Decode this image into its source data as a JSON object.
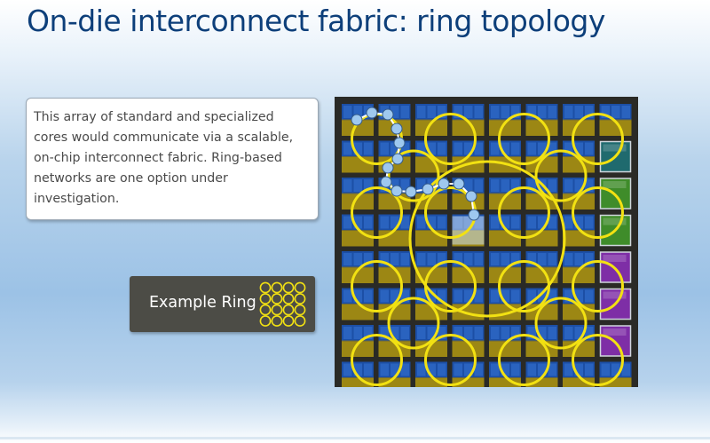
{
  "slide": {
    "title": "On-die interconnect fabric: ring topology"
  },
  "callout": {
    "text": "This array of standard and specialized cores would communicate via a scalable, on-chip interconnect fabric. Ring-based networks are one option under investigation."
  },
  "legend": {
    "label": "Example Ring",
    "icon": "ring-grid-icon"
  },
  "chip": {
    "rows": 8,
    "cols": 8,
    "colors": {
      "background": "#2a2a26",
      "core_top": "#1c4fa6",
      "core_bottom": "#9c8714",
      "ring": "#f2e112",
      "node": "#9ec8ef",
      "special_teal": "#1f6a6e",
      "special_green": "#3f8c2a",
      "special_purple": "#7e2ea6"
    },
    "special_cores": [
      {
        "row": 1,
        "type": "teal"
      },
      {
        "row": 2,
        "type": "green"
      },
      {
        "row": 3,
        "type": "green"
      },
      {
        "row": 4,
        "type": "purple"
      },
      {
        "row": 5,
        "type": "purple"
      },
      {
        "row": 6,
        "type": "purple"
      }
    ]
  }
}
